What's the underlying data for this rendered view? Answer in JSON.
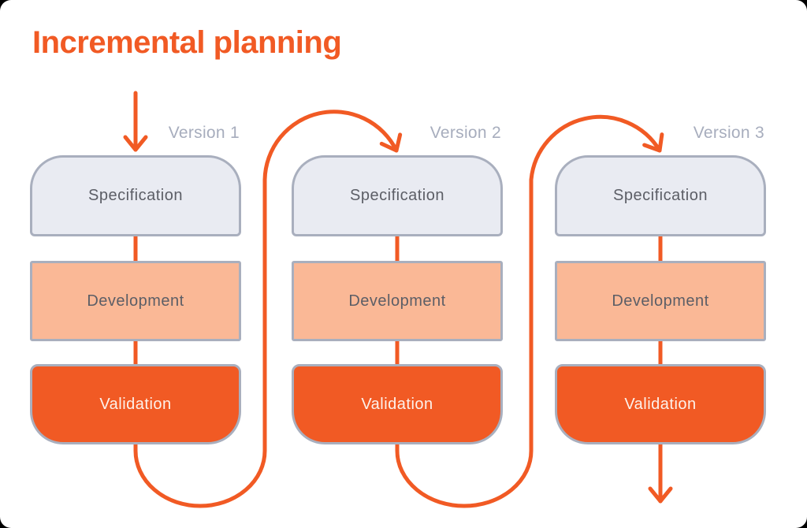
{
  "title": {
    "text": "Incremental planning"
  },
  "colors": {
    "accent_orange": "#F15A24",
    "canvas_background": "#FFFFFF",
    "outer_background": "#000000",
    "specification_fill": "#E9EBF2",
    "development_fill": "#FAB896",
    "validation_fill": "#F15A24",
    "box_border_gray": "#A9AFBE",
    "version_label_gray": "#A7ADBD",
    "stage_text_gray": "#5C5E66",
    "validation_text": "#FDF2EB"
  },
  "diagram": {
    "columns": [
      {
        "version_label": "Version 1",
        "stages": [
          {
            "label": "Specification"
          },
          {
            "label": "Development"
          },
          {
            "label": "Validation"
          }
        ]
      },
      {
        "version_label": "Version 2",
        "stages": [
          {
            "label": "Specification"
          },
          {
            "label": "Development"
          },
          {
            "label": "Validation"
          }
        ]
      },
      {
        "version_label": "Version 3",
        "stages": [
          {
            "label": "Specification"
          },
          {
            "label": "Development"
          },
          {
            "label": "Validation"
          }
        ]
      }
    ],
    "arrows": [
      {
        "name": "entry-arrow-down"
      },
      {
        "name": "loop-arrow-version1-to-version2"
      },
      {
        "name": "loop-arrow-version2-to-version3"
      },
      {
        "name": "exit-arrow-down"
      }
    ]
  }
}
